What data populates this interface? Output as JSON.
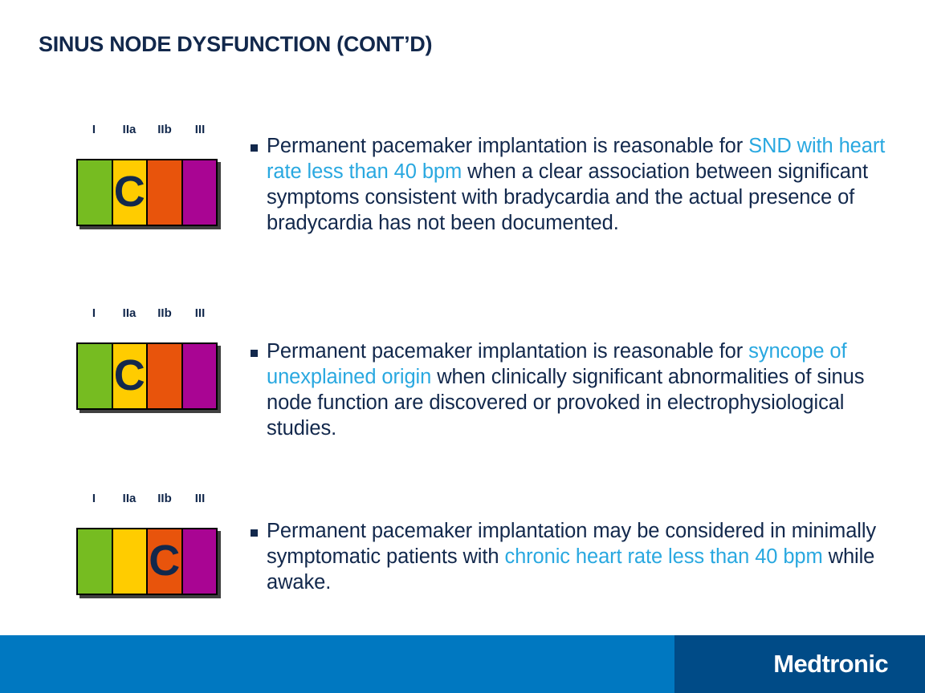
{
  "slide": {
    "title": "SINUS NODE DYSFUNCTION (CONT’D)",
    "background_color": "#FFFFFF",
    "text_color": "#12284C",
    "highlight_color": "#29A8E0"
  },
  "cor_scale": {
    "labels": [
      "I",
      "IIa",
      "IIb",
      "III"
    ],
    "colors": [
      "#76BC21",
      "#FFCC00",
      "#E8540C",
      "#A90593"
    ]
  },
  "recommendations": [
    {
      "class_of_recommendation": "IIa",
      "level_of_evidence": "C",
      "highlighted_block_index": 1,
      "bullet": "▪",
      "segments": [
        {
          "text": "Permanent pacemaker implantation is reasonable for ",
          "highlight": false
        },
        {
          "text": "SND with heart rate less than 40 bpm",
          "highlight": true
        },
        {
          "text": " when a clear association between significant symptoms consistent with bradycardia and the actual presence of bradycardia has not been documented.",
          "highlight": false
        }
      ]
    },
    {
      "class_of_recommendation": "IIa",
      "level_of_evidence": "C",
      "highlighted_block_index": 1,
      "bullet": "▪",
      "segments": [
        {
          "text": "Permanent pacemaker implantation is reasonable for ",
          "highlight": false
        },
        {
          "text": "syncope of unexplained origin",
          "highlight": true
        },
        {
          "text": " when clinically significant abnormalities of sinus node function are discovered or provoked in electrophysiological studies.",
          "highlight": false
        }
      ]
    },
    {
      "class_of_recommendation": "IIb",
      "level_of_evidence": "C",
      "highlighted_block_index": 2,
      "bullet": "▪",
      "segments": [
        {
          "text": "Permanent pacemaker implantation may be considered in minimally symptomatic patients with ",
          "highlight": false
        },
        {
          "text": "chronic heart rate less than 40 bpm",
          "highlight": true
        },
        {
          "text": " while awake.",
          "highlight": false
        }
      ]
    }
  ],
  "footer": {
    "brand": "Medtronic",
    "bar_color": "#0078C1",
    "logo_block_color": "#004B87"
  }
}
